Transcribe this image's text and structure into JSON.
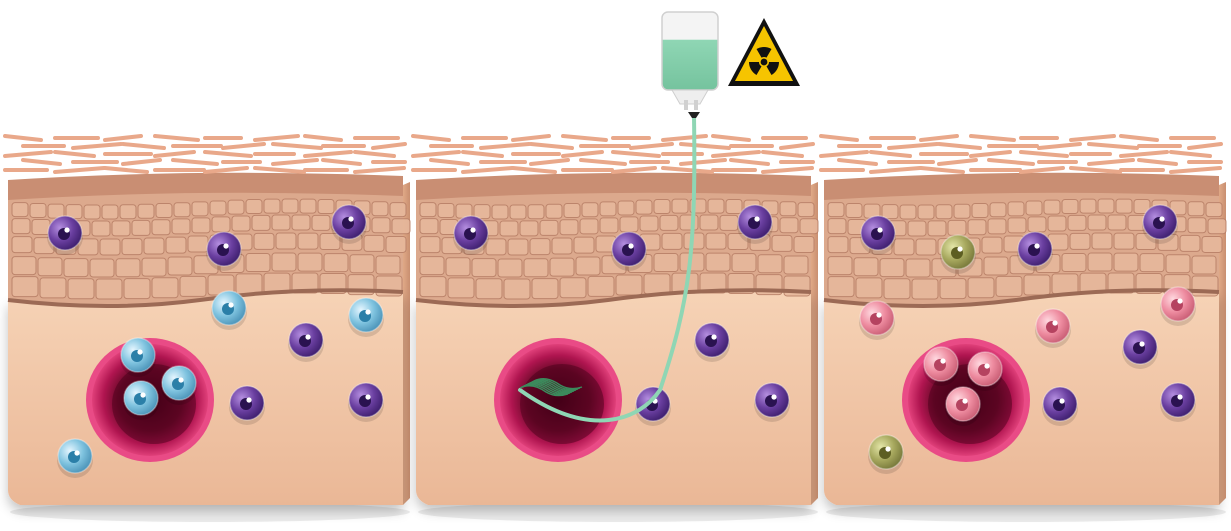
{
  "figure": {
    "panels": [
      {
        "id": "panel-1",
        "cells": [
          {
            "kind": "purple"
          },
          {
            "kind": "purple"
          },
          {
            "kind": "purple"
          },
          {
            "kind": "blue"
          },
          {
            "kind": "blue"
          },
          {
            "kind": "purple"
          },
          {
            "kind": "purple"
          },
          {
            "kind": "purple"
          },
          {
            "kind": "blue"
          },
          {
            "kind": "blue"
          },
          {
            "kind": "blue"
          },
          {
            "kind": "blue"
          }
        ]
      },
      {
        "id": "panel-2",
        "cells": [
          {
            "kind": "purple"
          },
          {
            "kind": "purple"
          },
          {
            "kind": "purple"
          },
          {
            "kind": "purple"
          },
          {
            "kind": "purple"
          },
          {
            "kind": "purple"
          }
        ],
        "infusion": {
          "bag_color": "#8fd6b4",
          "line_color": "#8fd6b4",
          "hazard_icon": "radiation-hazard-icon"
        }
      },
      {
        "id": "panel-3",
        "cells": [
          {
            "kind": "purple"
          },
          {
            "kind": "olive"
          },
          {
            "kind": "purple"
          },
          {
            "kind": "purple"
          },
          {
            "kind": "pink"
          },
          {
            "kind": "pink"
          },
          {
            "kind": "pink"
          },
          {
            "kind": "purple"
          },
          {
            "kind": "purple"
          },
          {
            "kind": "purple"
          },
          {
            "kind": "pink"
          },
          {
            "kind": "pink"
          },
          {
            "kind": "pink"
          },
          {
            "kind": "olive"
          }
        ]
      }
    ],
    "colors": {
      "dermis": "#f2c9a8",
      "epidermis": "#d9a98e",
      "stratum_corneum": "#e8b49b",
      "vessel_outer": "#c2185b",
      "vessel_inner": "#6d0a2a",
      "cell_purple": "#6a3fa0",
      "cell_blue": "#7fc3df",
      "cell_pink": "#ee8ca0",
      "cell_olive": "#a7a85e",
      "hazard_yellow": "#f6c400"
    }
  }
}
